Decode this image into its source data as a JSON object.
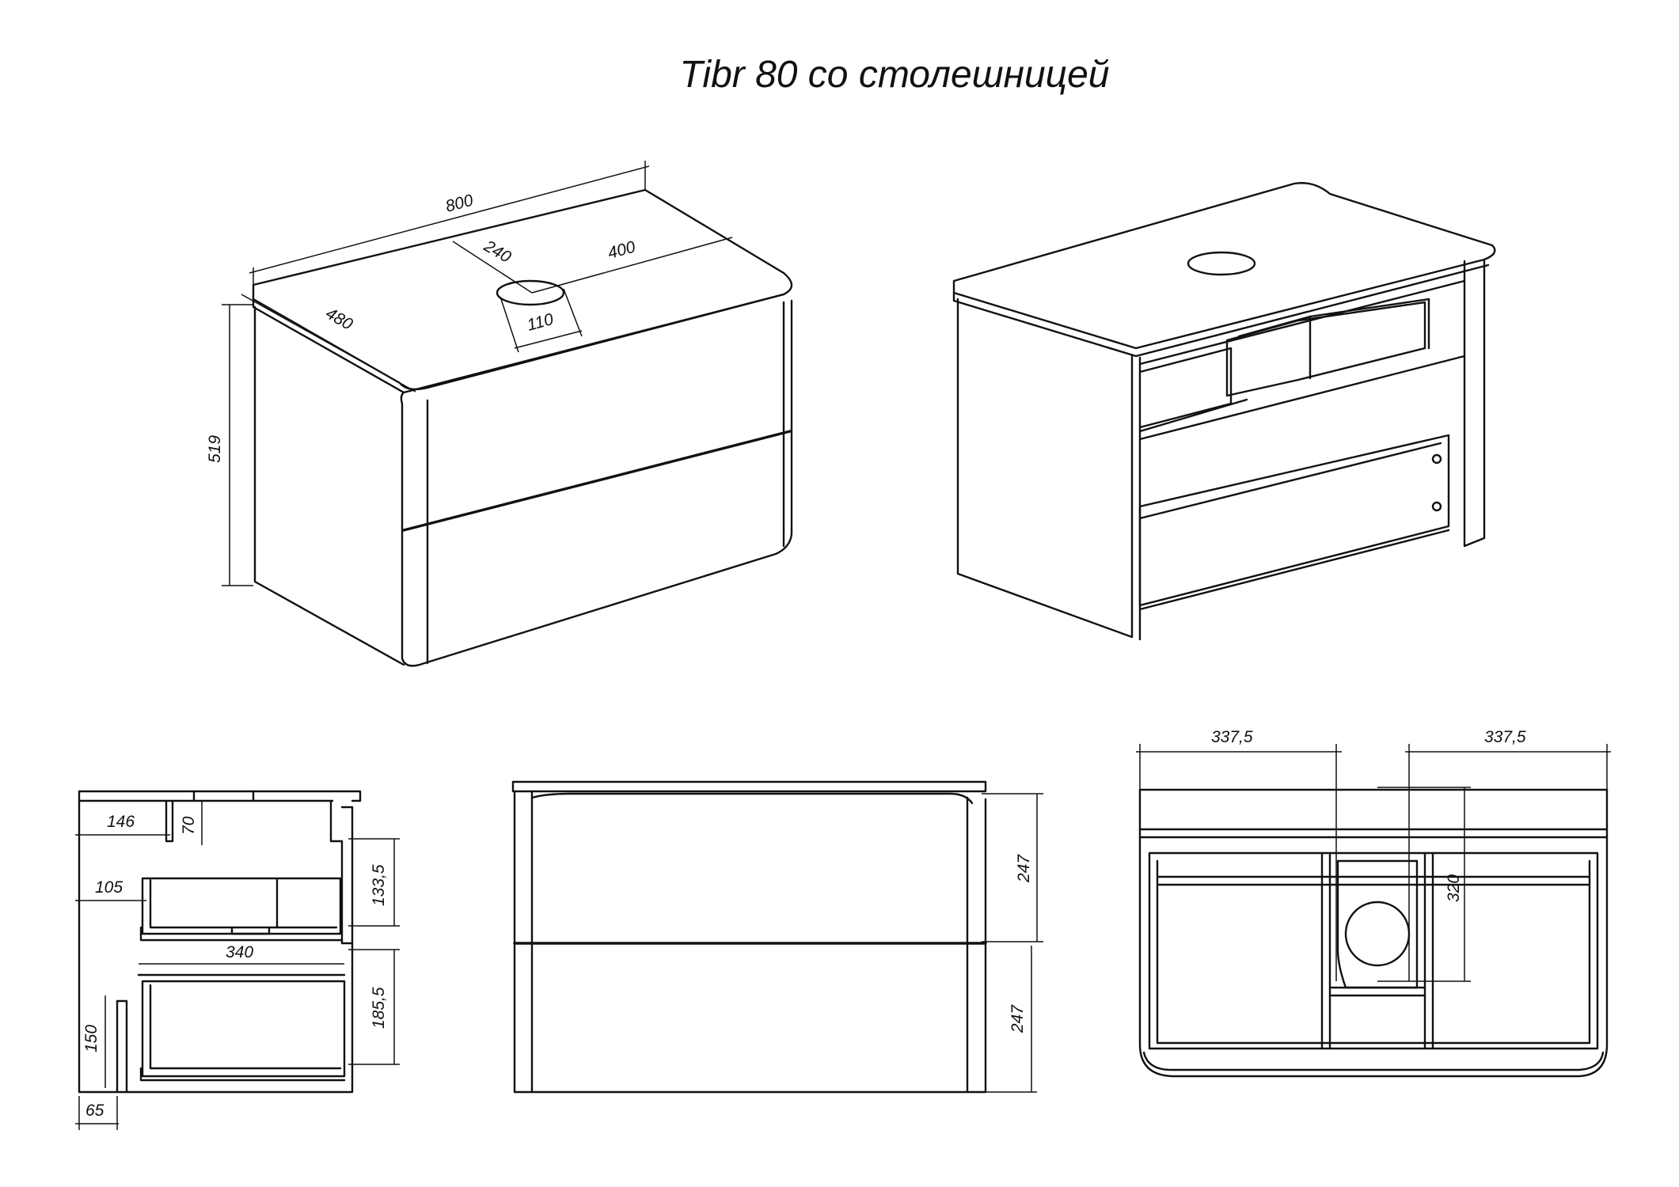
{
  "title": "Tibr 80 со столешницей",
  "dimensions": {
    "iso_width": "800",
    "iso_depth": "480",
    "iso_height": "519",
    "iso_hole_offset": "240",
    "iso_hole_right": "400",
    "iso_hole_diameter": "110",
    "side_top_depth": "146",
    "side_top_height": "70",
    "side_upper_offset": "105",
    "side_upper_height": "133,5",
    "side_lower_depth": "340",
    "side_lower_height": "185,5",
    "side_back_height": "150",
    "side_back_offset": "65",
    "front_upper_height": "247",
    "front_lower_height": "247",
    "top_left_offset": "337,5",
    "top_right_offset": "337,5",
    "top_depth": "320"
  }
}
